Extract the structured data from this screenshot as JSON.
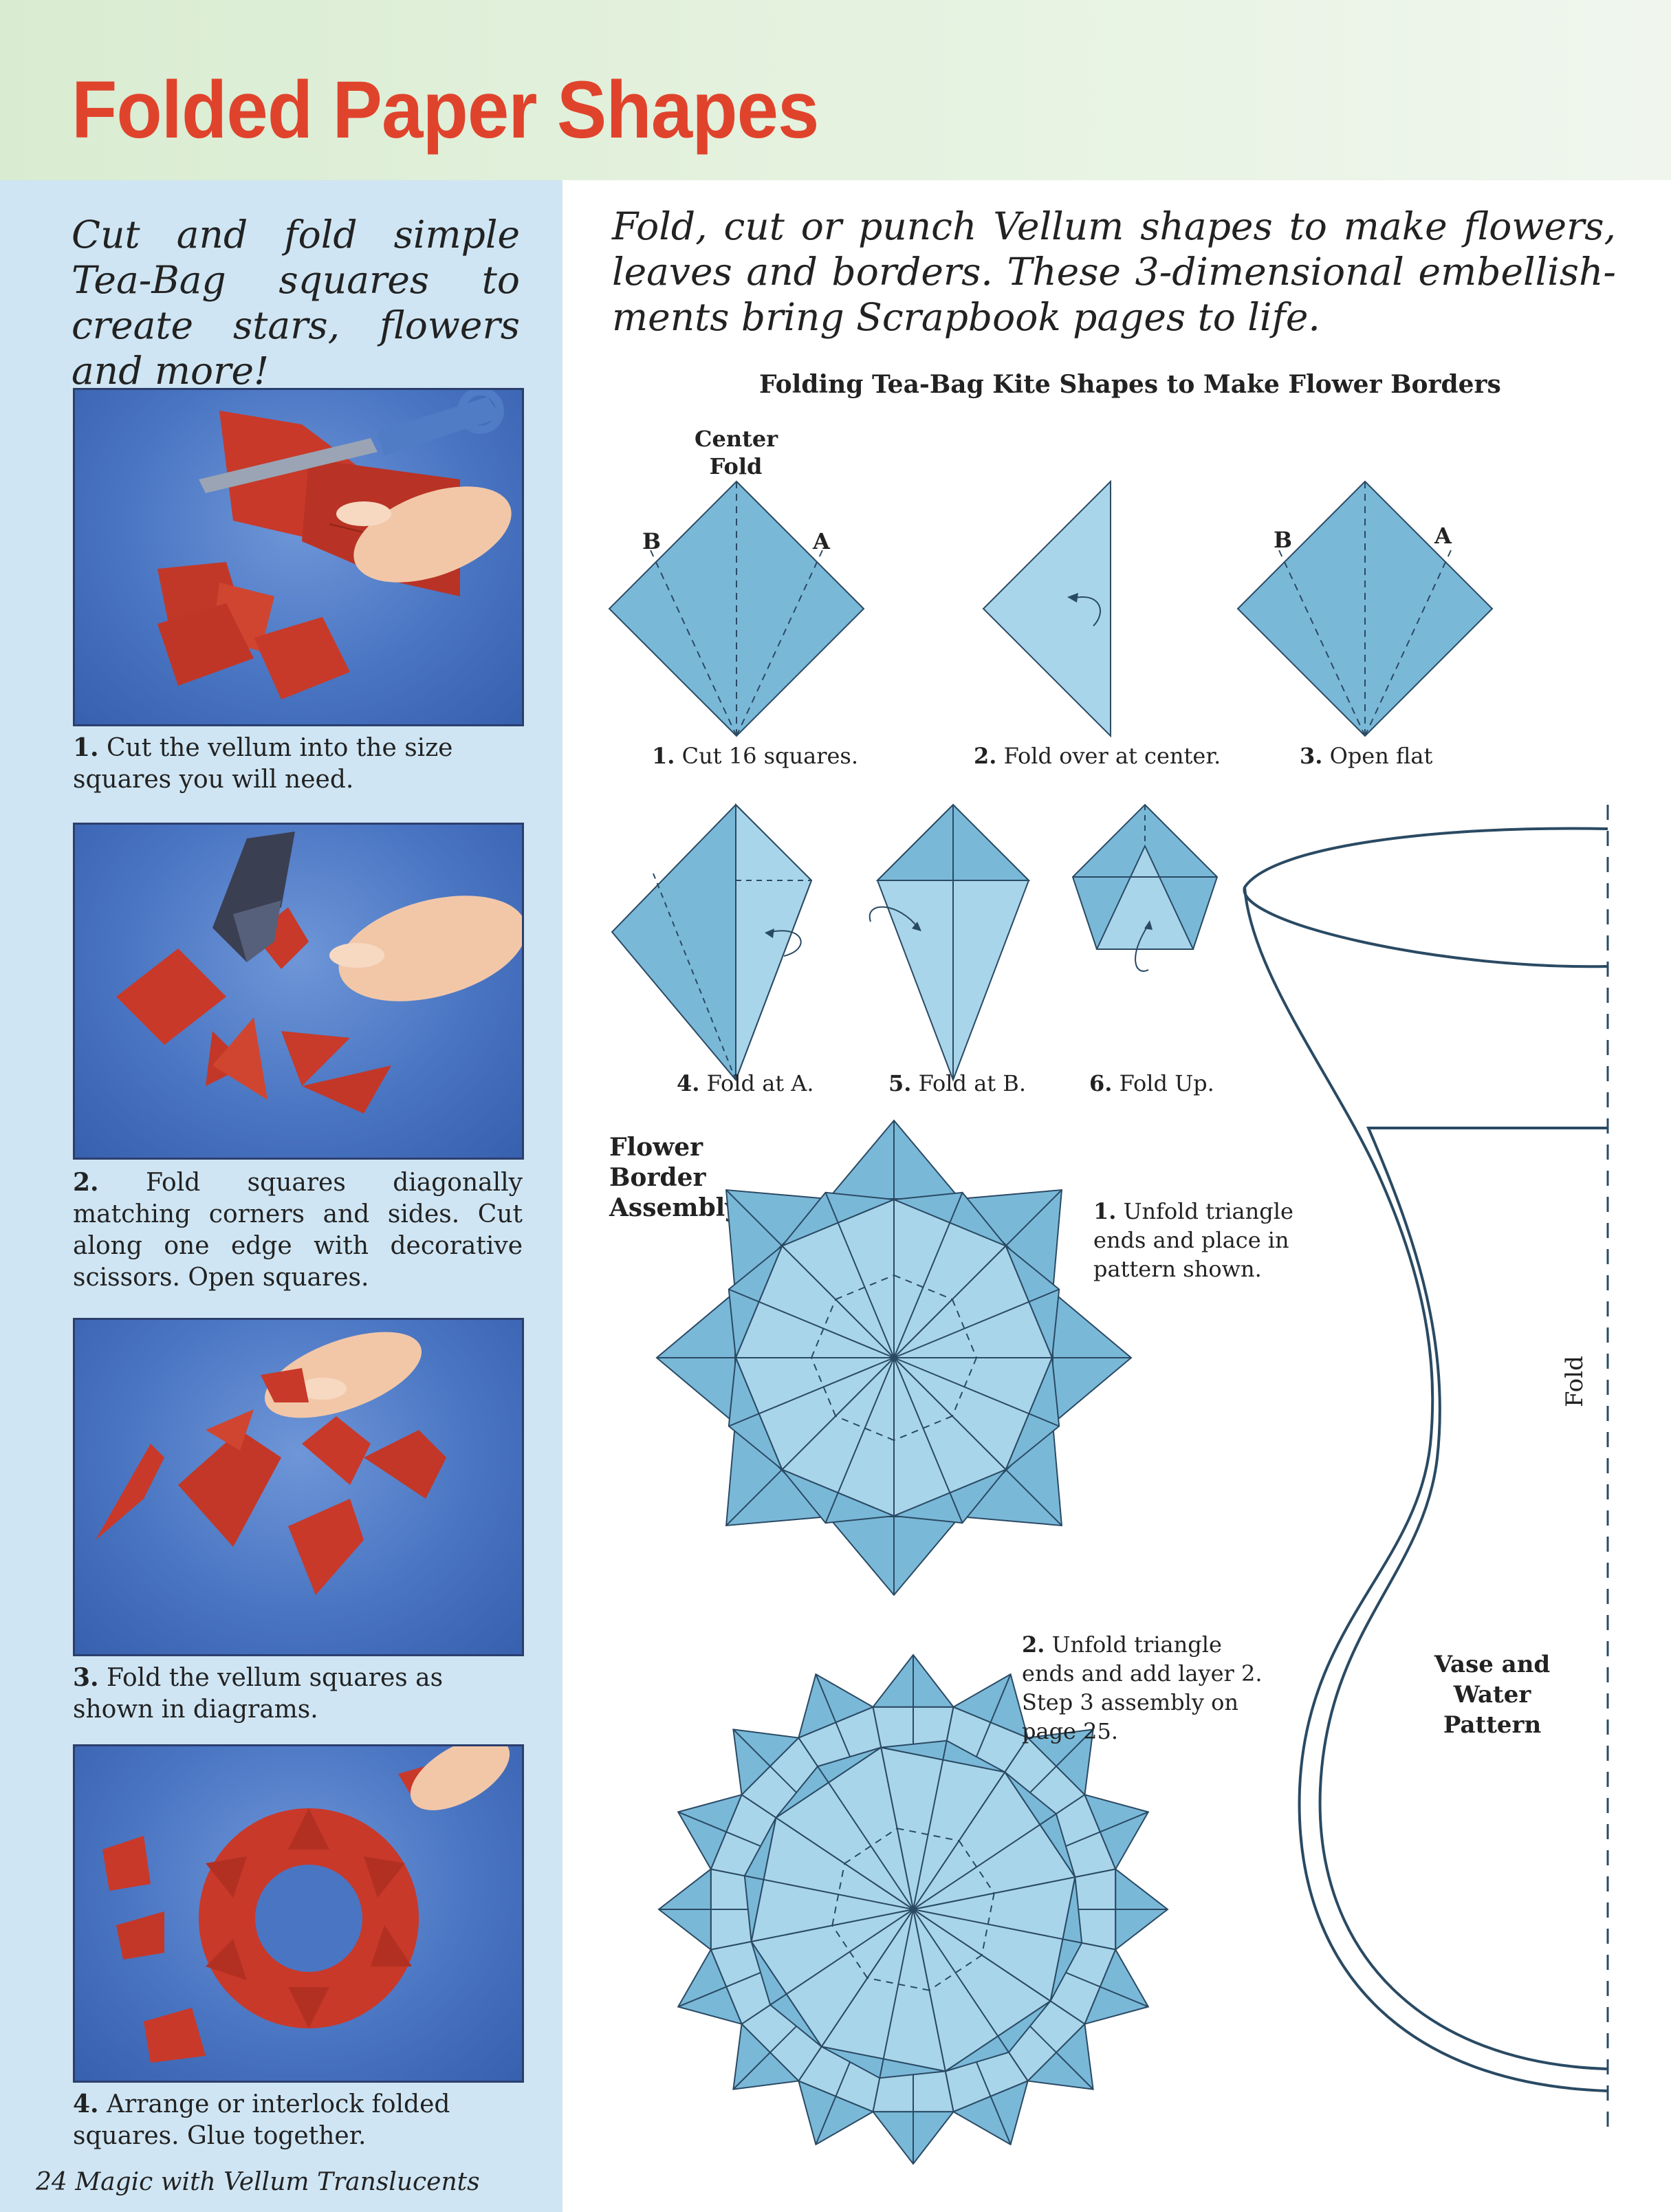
{
  "header": {
    "title": "Folded Paper Shapes"
  },
  "intro_left": "Cut and fold simple Tea-Bag squares to create stars, flowers and more!",
  "intro_right": "Fold, cut or punch Vellum shapes to make flowers, leaves and borders. These 3-dimensional embellish-ments bring Scrapbook pages to life.",
  "steps_left": [
    {
      "num": "1.",
      "text": "Cut the vellum into the size squares you will need."
    },
    {
      "num": "2.",
      "text": "Fold squares diagonally matching corners and sides. Cut along one edge with decorative scissors. Open squares."
    },
    {
      "num": "3.",
      "text": "Fold the vellum squares as shown in diagrams."
    },
    {
      "num": "4.",
      "text": "Arrange or interlock folded squares. Glue together."
    }
  ],
  "diagram": {
    "title": "Folding Tea-Bag Kite Shapes to Make Flower Borders",
    "center_fold": "Center Fold",
    "label_a": "A",
    "label_b": "B",
    "steps": [
      {
        "num": "1.",
        "text": "Cut 16 squares."
      },
      {
        "num": "2.",
        "text": "Fold over at center."
      },
      {
        "num": "3.",
        "text": "Open flat"
      },
      {
        "num": "4.",
        "text": "Fold at A."
      },
      {
        "num": "5.",
        "text": "Fold at B."
      },
      {
        "num": "6.",
        "text": "Fold Up."
      }
    ],
    "assembly_title": "Flower Border Assembly",
    "assembly_1": {
      "num": "1.",
      "text": "Unfold triangle ends and place in pattern shown."
    },
    "assembly_2": {
      "num": "2.",
      "text": "Unfold triangle ends and add layer 2. Step 3 assembly on page 25."
    }
  },
  "vase": {
    "fold_label": "Fold",
    "pattern_label": "Vase and Water Pattern"
  },
  "footer": "24  Magic with Vellum Translucents",
  "colors": {
    "title": "#e0432c",
    "paper": "#7ab8d8",
    "paper_light": "#a9d5ea",
    "left_panel": "#cfe5f3",
    "vellum": "#d9452e"
  }
}
